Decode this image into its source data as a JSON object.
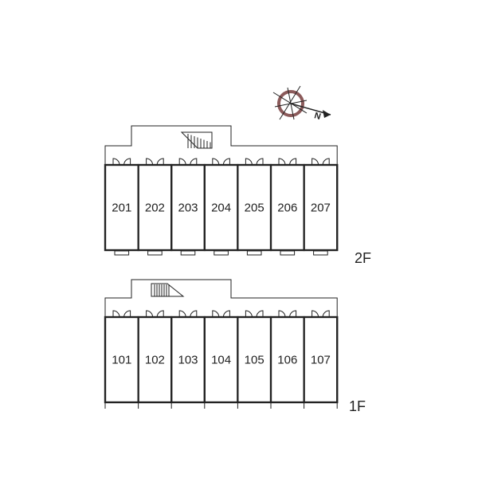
{
  "colors": {
    "line": "#222222",
    "background": "#ffffff",
    "compass_accent": "#8b5a5a"
  },
  "icons": {
    "compass": "compass-icon",
    "stairs": "stairs-icon",
    "door": "door-swing-icon"
  },
  "compass": {
    "letter": "N"
  },
  "floors": [
    {
      "label": "2F",
      "units": [
        "201",
        "202",
        "203",
        "204",
        "205",
        "206",
        "207"
      ]
    },
    {
      "label": "1F",
      "units": [
        "101",
        "102",
        "103",
        "104",
        "105",
        "106",
        "107"
      ]
    }
  ]
}
